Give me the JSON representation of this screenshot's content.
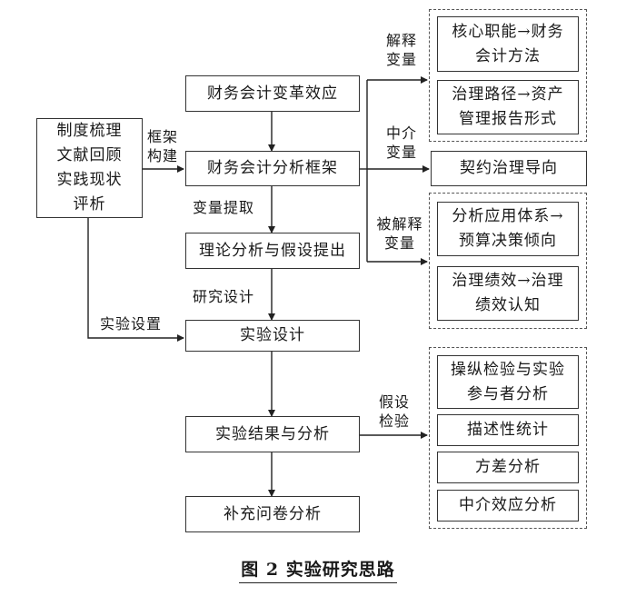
{
  "left_box": [
    "制度梳理",
    "文献回顾",
    "实践现状",
    "评析"
  ],
  "main_flow": {
    "effect": "财务会计变革效应",
    "framework": "财务会计分析框架",
    "theory": "理论分析与假设提出",
    "design": "实验设计",
    "results": "实验结果与分析",
    "survey": "补充问卷分析"
  },
  "edge_labels": {
    "framework_build": [
      "框架",
      "构建"
    ],
    "variable_extract": "变量提取",
    "research_design": "研究设计",
    "experiment_setup": "实验设置",
    "explanatory_variable": [
      "解释",
      "变量"
    ],
    "mediating_variable": [
      "中介",
      "变量"
    ],
    "dependent_variable": [
      "被解释",
      "变量"
    ],
    "hypothesis_test": [
      "假设",
      "检验"
    ]
  },
  "explanatory_group": [
    [
      "核心职能→财务",
      "会计方法"
    ],
    [
      "治理路径→资产",
      "管理报告形式"
    ]
  ],
  "mediating_box": "契约治理导向",
  "dependent_group": [
    [
      "分析应用体系→",
      "预算决策倾向"
    ],
    [
      "治理绩效→治理",
      "绩效认知"
    ]
  ],
  "test_group": [
    [
      "操纵检验与实验",
      "参与者分析"
    ],
    [
      "描述性统计"
    ],
    [
      "方差分析"
    ],
    [
      "中介效应分析"
    ]
  ],
  "caption": "图 2  实验研究思路"
}
